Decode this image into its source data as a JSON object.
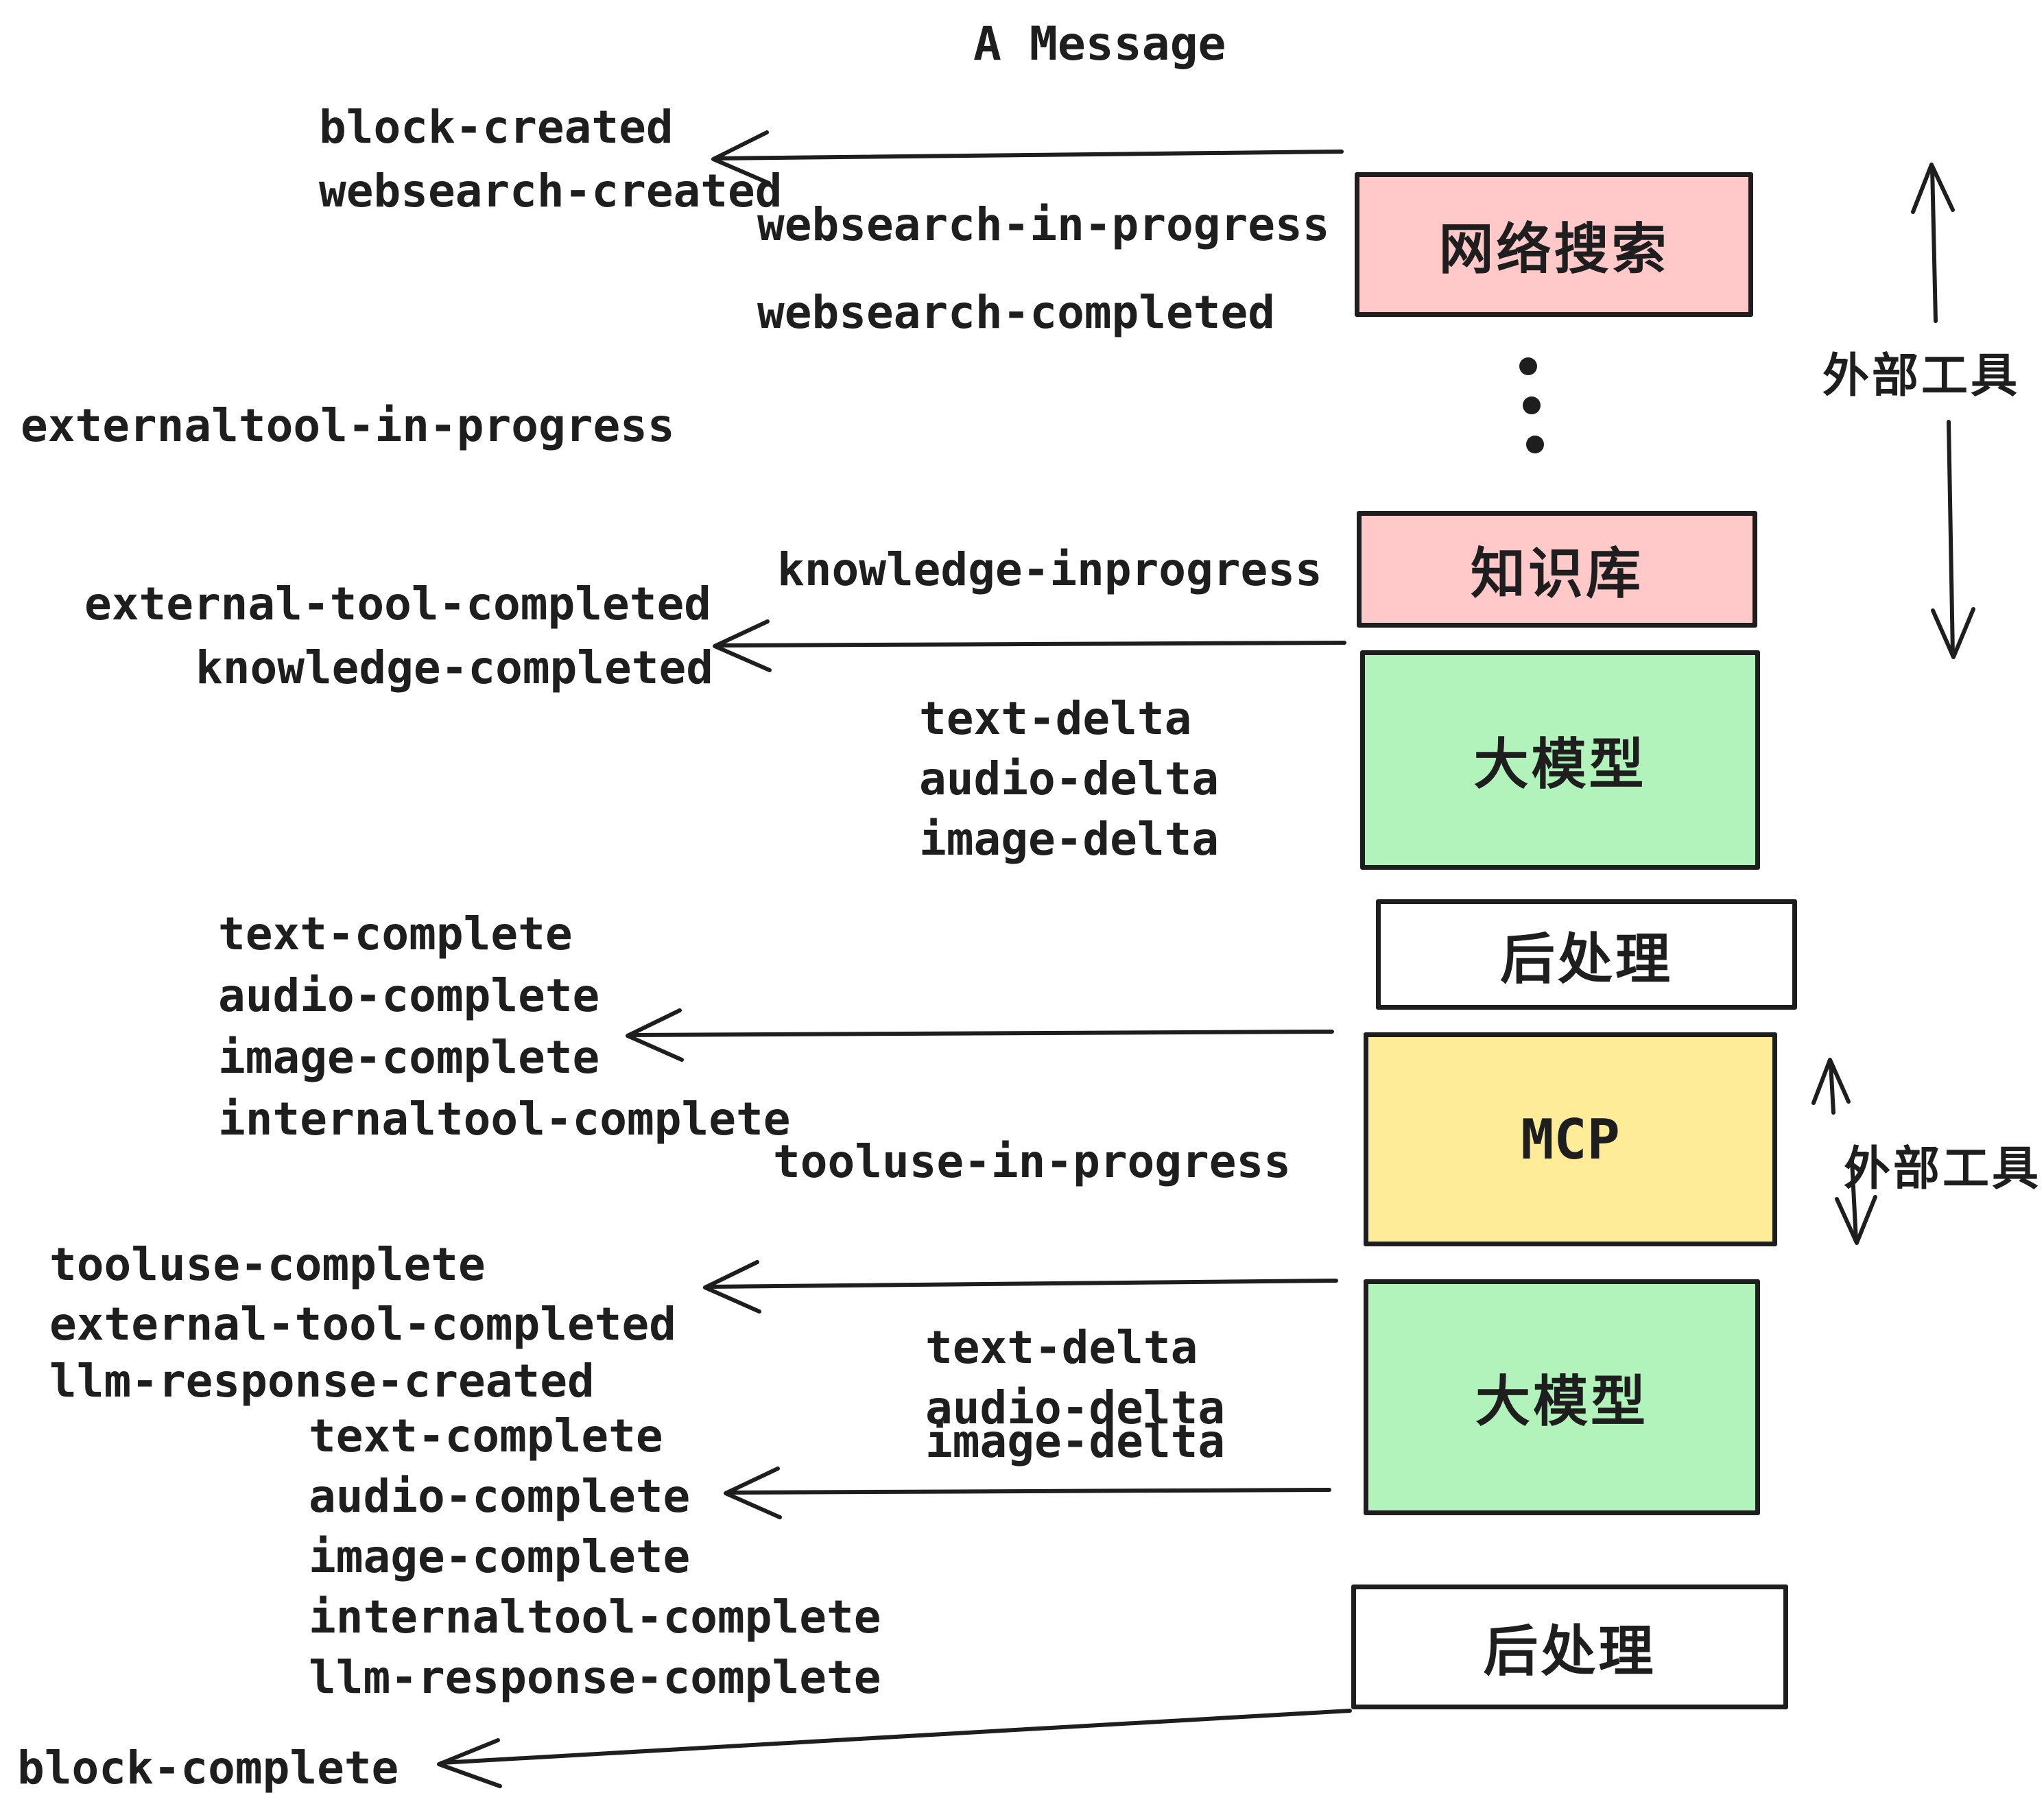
{
  "title": "A Message",
  "boxes": {
    "websearch": {
      "label": "网络搜索",
      "color": "#ffc9c9"
    },
    "knowledge": {
      "label": "知识库",
      "color": "#ffc9c9"
    },
    "llm1": {
      "label": "大模型",
      "color": "#b2f2bb"
    },
    "post1": {
      "label": "后处理",
      "color": "#ffffff"
    },
    "mcp": {
      "label": "MCP",
      "color": "#ffec99"
    },
    "llm2": {
      "label": "大模型",
      "color": "#b2f2bb"
    },
    "post2": {
      "label": "后处理",
      "color": "#ffffff"
    }
  },
  "side_labels": {
    "external_tools_top": "外部工具",
    "external_tools_bottom": "外部工具"
  },
  "events": {
    "block_created": "block-created",
    "websearch_created": "websearch-created",
    "websearch_in_progress": "websearch-in-progress",
    "websearch_completed": "websearch-completed",
    "externaltool_in_progress": "externaltool-in-progress",
    "knowledge_inprogress": "knowledge-inprogress",
    "external_tool_completed": "external-tool-completed",
    "knowledge_completed": "knowledge-completed",
    "text_delta": "text-delta",
    "audio_delta": "audio-delta",
    "image_delta": "image-delta",
    "text_complete": "text-complete",
    "audio_complete": "audio-complete",
    "image_complete": "image-complete",
    "internaltool_complete": "internaltool-complete",
    "tooluse_in_progress": "tooluse-in-progress",
    "tooluse_complete": "tooluse-complete",
    "llm_response_created": "llm-response-created",
    "llm_response_complete": "llm-response-complete",
    "block_complete": "block-complete"
  },
  "colors": {
    "pink": "#ffc9c9",
    "green": "#b2f2bb",
    "yellow": "#ffec99",
    "white": "#ffffff",
    "stroke": "#1e1e1e"
  }
}
